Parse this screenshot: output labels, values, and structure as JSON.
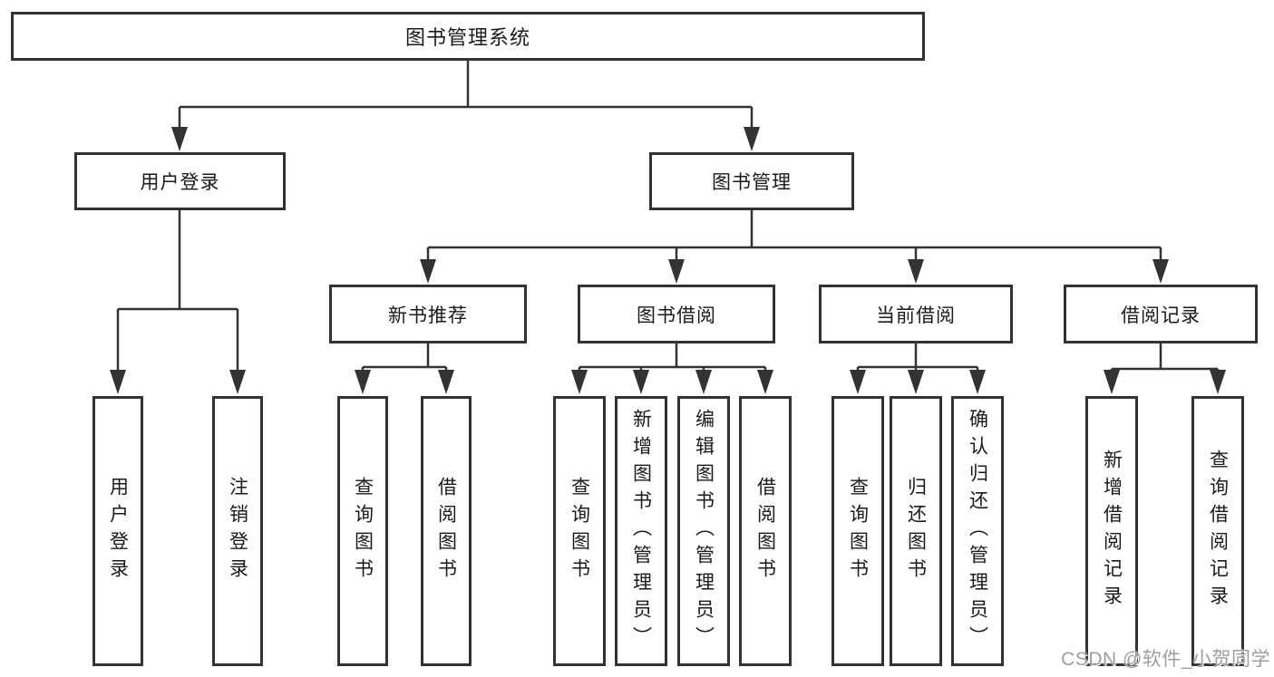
{
  "tree": {
    "label": "图书管理系统",
    "children": [
      {
        "label": "用户登录",
        "children": [
          {
            "label": "用户登录"
          },
          {
            "label": "注销登录"
          }
        ]
      },
      {
        "label": "图书管理",
        "children": [
          {
            "label": "新书推荐",
            "children": [
              {
                "label": "查询图书"
              },
              {
                "label": "借阅图书"
              }
            ]
          },
          {
            "label": "图书借阅",
            "children": [
              {
                "label": "查询图书"
              },
              {
                "label": "新增图书（管理员）"
              },
              {
                "label": "编辑图书（管理员）"
              },
              {
                "label": "借阅图书"
              }
            ]
          },
          {
            "label": "当前借阅",
            "children": [
              {
                "label": "查询图书"
              },
              {
                "label": "归还图书"
              },
              {
                "label": "确认归还（管理员）"
              }
            ]
          },
          {
            "label": "借阅记录",
            "children": [
              {
                "label": "新增借阅记录"
              },
              {
                "label": "查询借阅记录"
              }
            ]
          }
        ]
      }
    ]
  },
  "watermark": {
    "text": "CSDN @软件_小贺同学"
  },
  "colors": {
    "line": "#333333",
    "box_border": "#333333",
    "text": "#1a1a1a",
    "background": "#ffffff",
    "watermark": "#9e9e9e"
  }
}
